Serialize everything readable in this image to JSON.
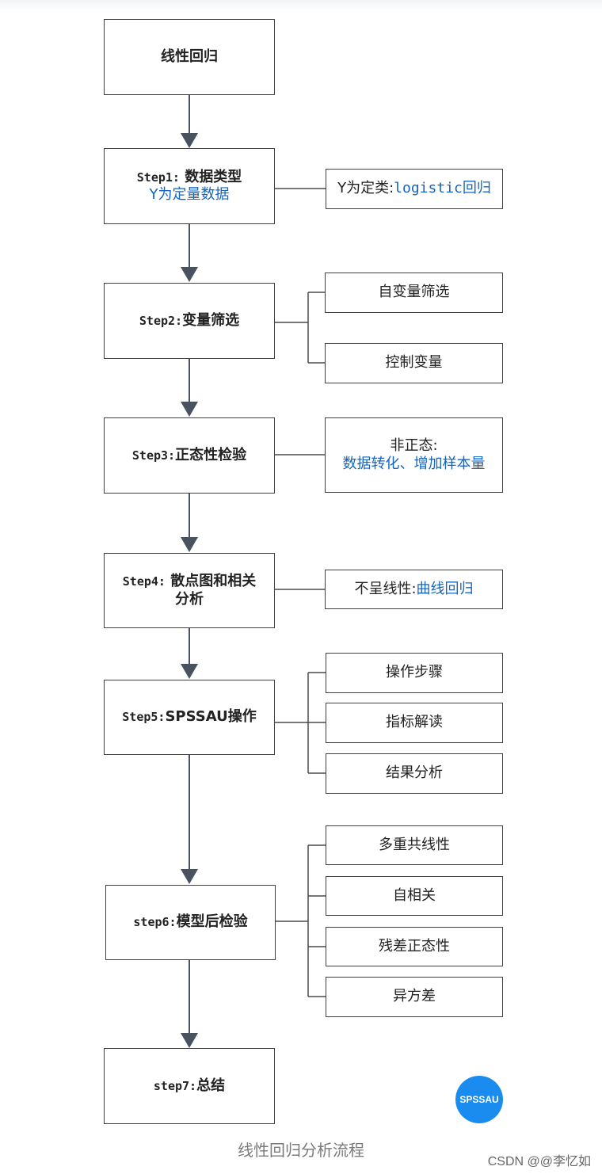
{
  "flowchart": {
    "root": "线性回归",
    "step1": {
      "prefix": "Step1:",
      "title": "数据类型",
      "subtitle": "Y为定量数据"
    },
    "step1_side": {
      "text": "Y为定类:",
      "link": "logistic回归"
    },
    "step2": {
      "prefix": "Step2:",
      "title": "变量筛选"
    },
    "step2_side": [
      "自变量筛选",
      "控制变量"
    ],
    "step3": {
      "prefix": "Step3:",
      "title": "正态性检验"
    },
    "step3_side": {
      "line1": "非正态:",
      "line2": "数据转化、增加样本量"
    },
    "step4": {
      "prefix": "Step4:",
      "title_line1": "散点图和相关",
      "title_line2": "分析"
    },
    "step4_side": {
      "text": "不呈线性:",
      "link": "曲线回归"
    },
    "step5": {
      "prefix": "Step5:",
      "title": "SPSSAU操作"
    },
    "step5_side": [
      "操作步骤",
      "指标解读",
      "结果分析"
    ],
    "step6": {
      "prefix": "step6:",
      "title": "模型后检验"
    },
    "step6_side": [
      "多重共线性",
      "自相关",
      "残差正态性",
      "异方差"
    ],
    "step7": {
      "prefix": "step7:",
      "title": "总结"
    }
  },
  "logo_text": "SPSSAU",
  "caption": "线性回归分析流程",
  "watermark": "CSDN @@李忆如",
  "colors": {
    "link": "#1565c0",
    "arrow": "#4a5260",
    "logo": "#1a8cf0"
  }
}
